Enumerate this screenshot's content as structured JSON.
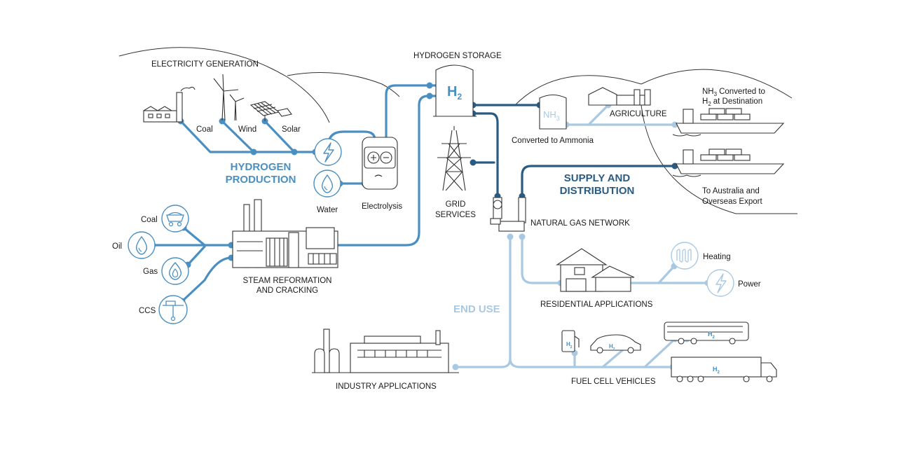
{
  "colors": {
    "production": "#4a8fc1",
    "distribution": "#2a5b83",
    "end_use": "#a9c9e2",
    "line_art": "#333333"
  },
  "sections": {
    "production": [
      "HYDROGEN",
      "PRODUCTION"
    ],
    "distribution": [
      "SUPPLY AND",
      "DISTRIBUTION"
    ],
    "end_use": "END USE"
  },
  "labels": {
    "electricity_generation": "ELECTRICITY GENERATION",
    "coal_power": "Coal",
    "wind": "Wind",
    "solar": "Solar",
    "water": "Water",
    "electrolysis": "Electrolysis",
    "hydrogen_storage": "HYDROGEN STORAGE",
    "grid_services": [
      "GRID",
      "SERVICES"
    ],
    "converted_to_ammonia": "Converted to Ammonia",
    "agriculture": "AGRICULTURE",
    "nh3_converted": [
      "Converted to",
      "at Destination"
    ],
    "export": [
      "To Australia and",
      "Overseas Export"
    ],
    "natural_gas_network": "NATURAL GAS NETWORK",
    "coal_feed": "Coal",
    "oil": "Oil",
    "gas": "Gas",
    "ccs": "CCS",
    "steam_reformation": [
      "STEAM REFORMATION",
      "AND CRACKING"
    ],
    "residential": "RESIDENTIAL APPLICATIONS",
    "heating": "Heating",
    "power": "Power",
    "industry": "INDUSTRY APPLICATIONS",
    "fuel_cell_vehicles": "FUEL CELL VEHICLES"
  },
  "chem": {
    "h2": "H",
    "h2_sub": "2",
    "nh3": "NH",
    "nh3_sub": "3"
  },
  "icons": [
    "lightning-icon",
    "water-drop-icon",
    "coal-cart-icon",
    "oil-drop-icon",
    "gas-flame-icon",
    "ccs-icon",
    "heating-coil-icon",
    "power-icon"
  ]
}
